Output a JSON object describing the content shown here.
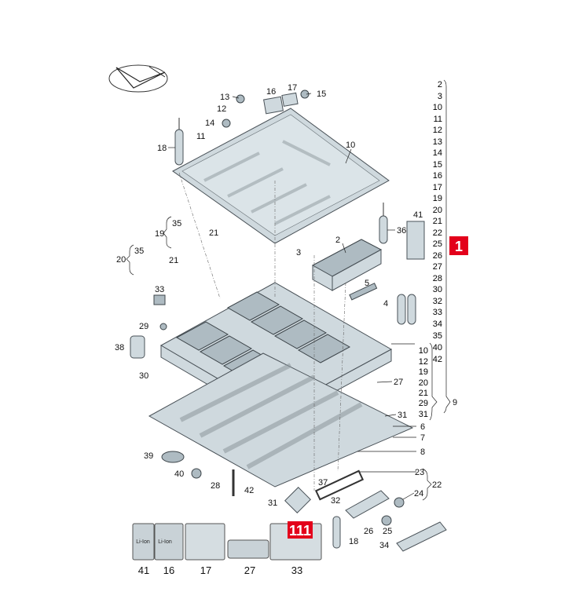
{
  "diagram": {
    "assembly_badge": "1",
    "label_badge": "111",
    "orientation_icon": "direction-arrow-icon",
    "callouts": [
      "13",
      "12",
      "16",
      "17",
      "15",
      "14",
      "11",
      "18",
      "10",
      "41",
      "36",
      "35",
      "19",
      "21",
      "2",
      "3",
      "20",
      "35",
      "21",
      "33",
      "5",
      "4",
      "29",
      "38",
      "30",
      "27",
      "31",
      "6",
      "7",
      "8",
      "39",
      "40",
      "28",
      "37",
      "42",
      "23",
      "22",
      "24",
      "31",
      "32",
      "26",
      "25",
      "18",
      "34"
    ],
    "main_list": [
      "2",
      "3",
      "10",
      "11",
      "12",
      "13",
      "14",
      "15",
      "16",
      "17",
      "19",
      "20",
      "21",
      "22",
      "25",
      "26",
      "27",
      "28",
      "30",
      "32",
      "33",
      "34",
      "35",
      "40",
      "42"
    ],
    "sub_list": [
      "10",
      "12",
      "19",
      "20",
      "21",
      "29",
      "31"
    ],
    "sub_group": "9",
    "labels_row": [
      "41",
      "16",
      "17",
      "27",
      "33"
    ],
    "label_texts": {
      "li_ion": "Li-Ion"
    }
  }
}
